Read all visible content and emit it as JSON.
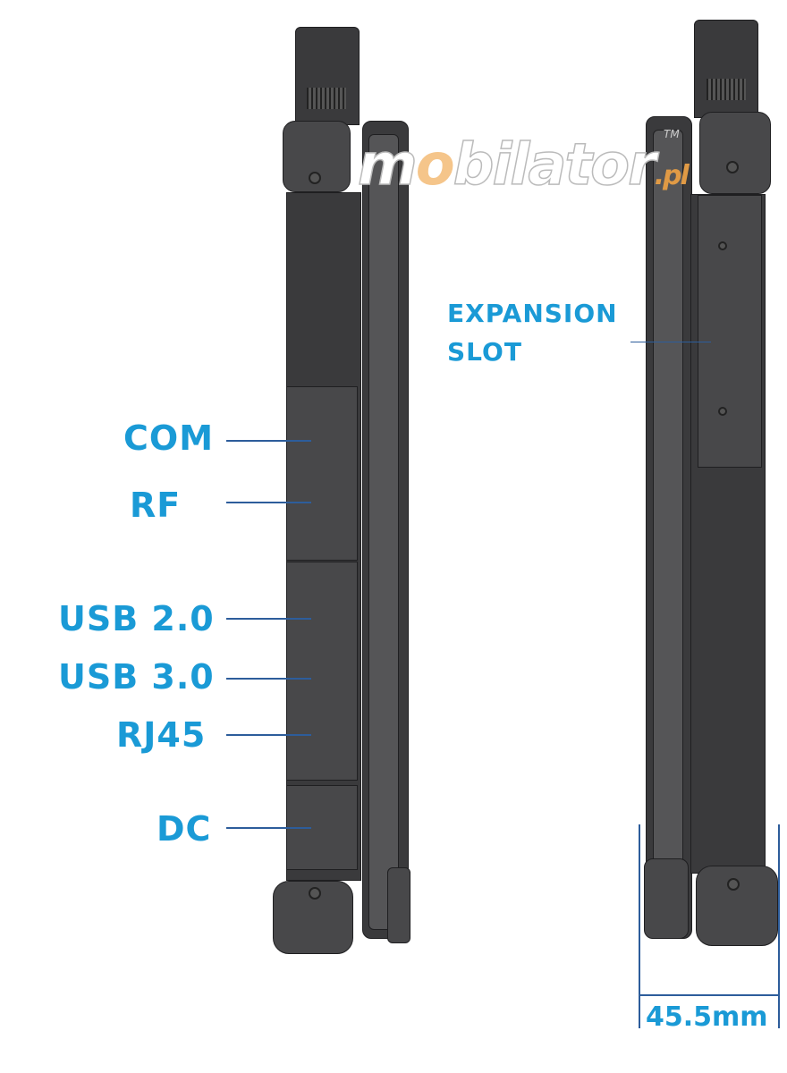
{
  "watermark": {
    "brand": "mobilator",
    "tld": ".pl",
    "trademark": "TM"
  },
  "labels": {
    "com": "COM",
    "rf": "RF",
    "usb2": "USB 2.0",
    "usb3": "USB 3.0",
    "rj45": "RJ45",
    "dc": "DC",
    "expansion_line1": "EXPANSION",
    "expansion_line2": "SLOT"
  },
  "dimension": {
    "thickness": "45.5mm"
  },
  "colors": {
    "label": "#1a9ad6",
    "leader_line": "#2d5d9b",
    "device": "#3a3a3c"
  }
}
